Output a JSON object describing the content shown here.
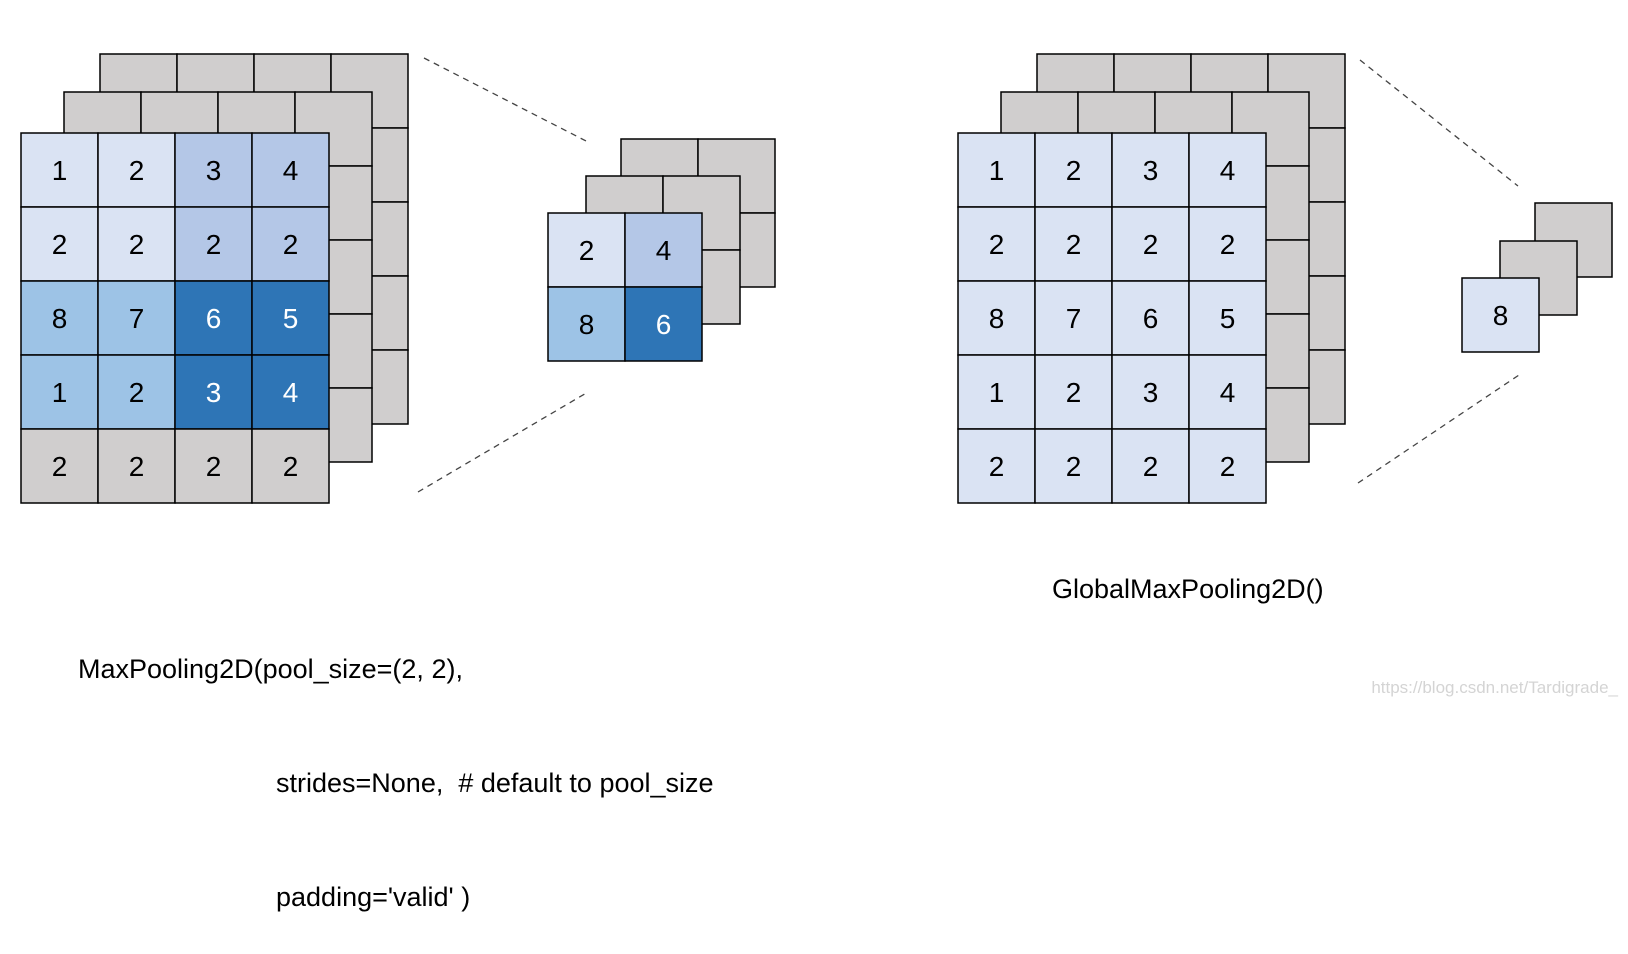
{
  "left": {
    "input_values": [
      [
        "1",
        "2",
        "3",
        "4"
      ],
      [
        "2",
        "2",
        "2",
        "2"
      ],
      [
        "8",
        "7",
        "6",
        "5"
      ],
      [
        "1",
        "2",
        "3",
        "4"
      ],
      [
        "2",
        "2",
        "2",
        "2"
      ]
    ],
    "input_colors": [
      [
        "#dae3f3",
        "#dae3f3",
        "#b4c7e7",
        "#b4c7e7"
      ],
      [
        "#dae3f3",
        "#dae3f3",
        "#b4c7e7",
        "#b4c7e7"
      ],
      [
        "#9dc3e6",
        "#9dc3e6",
        "#2e75b6",
        "#2e75b6"
      ],
      [
        "#9dc3e6",
        "#9dc3e6",
        "#2e75b6",
        "#2e75b6"
      ],
      [
        "#d0cece",
        "#d0cece",
        "#d0cece",
        "#d0cece"
      ]
    ],
    "output_values": [
      [
        "2",
        "4"
      ],
      [
        "8",
        "6"
      ]
    ],
    "output_colors": [
      [
        "#dae3f3",
        "#b4c7e7"
      ],
      [
        "#9dc3e6",
        "#2e75b6"
      ]
    ],
    "caption_lines": [
      "MaxPooling2D(pool_size=(2, 2),",
      "strides=None,  # default to pool_size",
      "padding='valid' )"
    ]
  },
  "right": {
    "input_values": [
      [
        "1",
        "2",
        "3",
        "4"
      ],
      [
        "2",
        "2",
        "2",
        "2"
      ],
      [
        "8",
        "7",
        "6",
        "5"
      ],
      [
        "1",
        "2",
        "3",
        "4"
      ],
      [
        "2",
        "2",
        "2",
        "2"
      ]
    ],
    "output_value": "8",
    "caption": "GlobalMaxPooling2D()"
  },
  "colors": {
    "back_layer": "#d0cece",
    "light_blue": "#dae3f3",
    "dark_text_on": "#2e75b6"
  },
  "watermark": "https://blog.csdn.net/Tardigrade_"
}
